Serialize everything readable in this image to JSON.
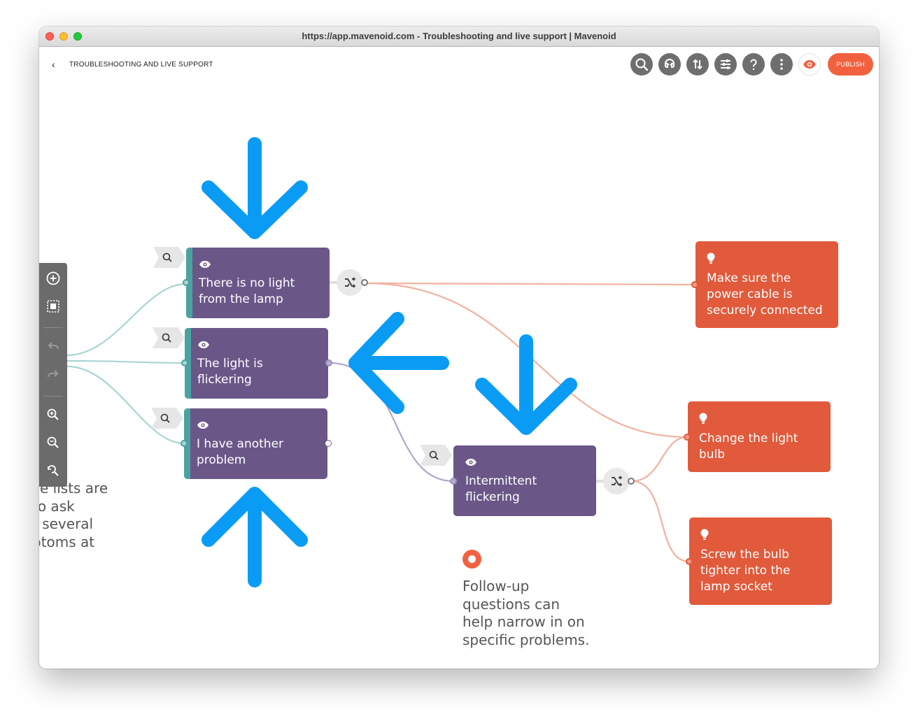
{
  "window": {
    "title": "https://app.mavenoid.com - Troubleshooting and live support | Mavenoid"
  },
  "header": {
    "back_glyph": "‹",
    "breadcrumb": "TROUBLESHOOTING AND LIVE SUPPORT",
    "publish_label": "PUBLISH",
    "toolbar_icons": [
      "search-icon",
      "chat-support-icon",
      "sort-icon",
      "sliders-icon",
      "help-icon",
      "more-icon",
      "preview-eye-icon"
    ]
  },
  "sidebar": {
    "tools": [
      "add-circle-icon",
      "select-area-icon",
      "undo-icon",
      "redo-icon",
      "zoom-in-icon",
      "zoom-out-icon",
      "zoom-reset-icon"
    ]
  },
  "canvas": {
    "symptoms": [
      {
        "text": "There is no light\nfrom the lamp"
      },
      {
        "text": "The light is\nflickering"
      },
      {
        "text": "I have another\nproblem"
      }
    ],
    "followup_node": {
      "text": "Intermittent\nflickering"
    },
    "solutions": [
      {
        "text": "Make sure the\npower cable is\nsecurely connected"
      },
      {
        "text": "Change the light\nbulb"
      },
      {
        "text": "Screw the bulb\ntighter into the\nlamp socket"
      }
    ],
    "left_note": "ce lists are\n to ask\nt several\nptoms at\n.",
    "followup_note": "Follow-up\nquestions can\nhelp narrow in on\nspecific problems."
  },
  "colors": {
    "node_purple": "#6a5788",
    "teal_strip": "#4aa3a0",
    "solution_orange": "#e05a3b",
    "publish_orange": "#f2613f",
    "annotation_blue": "#0a9cf5"
  }
}
